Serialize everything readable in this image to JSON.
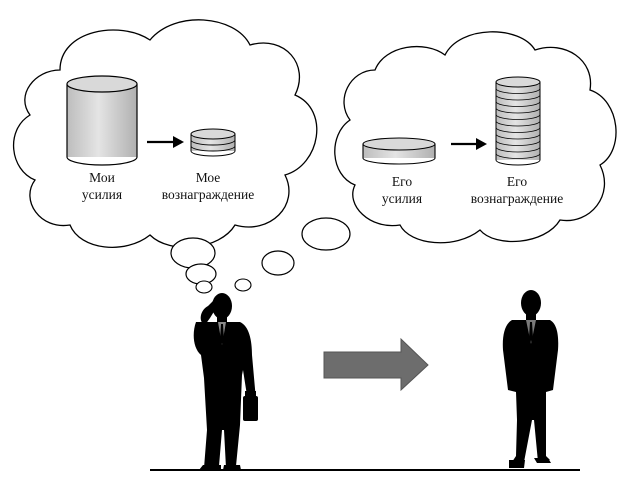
{
  "left_thought": {
    "effort_label_line1": "Мои",
    "effort_label_line2": "усилия",
    "reward_label_line1": "Мое",
    "reward_label_line2": "вознаграждение"
  },
  "right_thought": {
    "effort_label_line1": "Его",
    "effort_label_line2": "усилия",
    "reward_label_line1": "Его",
    "reward_label_line2": "вознаграждение"
  }
}
